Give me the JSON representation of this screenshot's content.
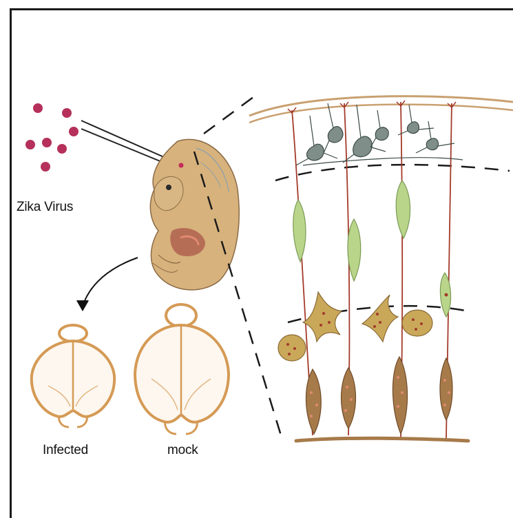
{
  "labels": {
    "virus": "Zika Virus",
    "infected": "Infected",
    "mock": "mock"
  },
  "colors": {
    "virus_particle": "#b5305a",
    "embryo_skin": "#d7b27c",
    "embryo_outline": "#8a6a45",
    "brain_outline": "#d59a55",
    "radial_fiber": "#a33a2a",
    "neuron_gray": "#7f8e89",
    "migrating_cell_green": "#b9d58a",
    "progenitor_olive": "#c9a85a",
    "basal_cell_brown": "#a77a4a",
    "pial_surface": "#c9a070"
  },
  "icons": [
    "virus-particle-icon",
    "injection-needle-icon",
    "embryo-icon",
    "brain-infected-icon",
    "brain-mock-icon",
    "cortex-section-icon"
  ]
}
